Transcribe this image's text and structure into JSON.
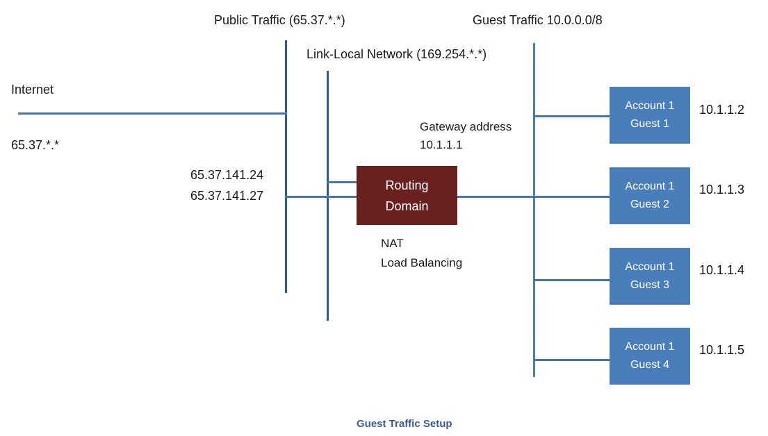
{
  "diagram": {
    "caption": "Guest Traffic Setup",
    "colors": {
      "guest_box": "#4a7ebb",
      "routing_box": "#6b2020",
      "line": "#4674ab",
      "caption": "#3a5a9a"
    },
    "top_labels": {
      "public_traffic": "Public Traffic (65.37.*.*)",
      "link_local": "Link-Local Network (169.254.*.*)",
      "guest_traffic": "Guest Traffic 10.0.0.0/8"
    },
    "left_labels": {
      "internet": "Internet",
      "internet_range": "65.37.*.*"
    },
    "nat_labels": {
      "public_ip_1": "65.37.141.24",
      "public_ip_2": "65.37.141.27"
    },
    "gateway": {
      "line1": "Gateway address",
      "line2": "10.1.1.1"
    },
    "routing_domain": {
      "line1": "Routing",
      "line2": "Domain",
      "function1": "NAT",
      "function2": "Load Balancing"
    },
    "guests": [
      {
        "line1": "Account 1",
        "line2": "Guest 1",
        "ip": "10.1.1.2"
      },
      {
        "line1": "Account 1",
        "line2": "Guest 2",
        "ip": "10.1.1.3"
      },
      {
        "line1": "Account 1",
        "line2": "Guest 3",
        "ip": "10.1.1.4"
      },
      {
        "line1": "Account 1",
        "line2": "Guest 4",
        "ip": "10.1.1.5"
      }
    ]
  }
}
